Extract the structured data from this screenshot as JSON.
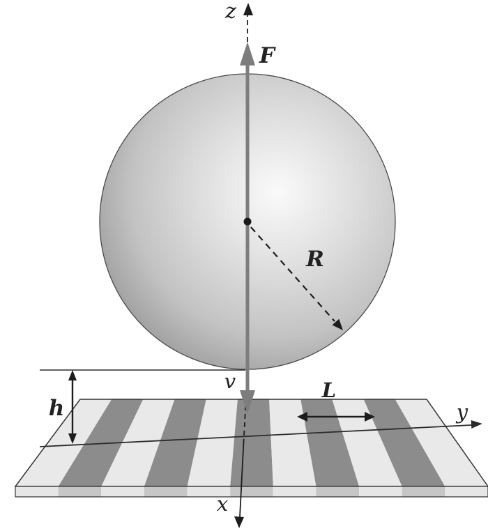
{
  "figure": {
    "title": "sphere-above-striped-surface-physics-diagram",
    "labels": {
      "z_axis": "z",
      "force": "F",
      "radius": "R",
      "velocity": "v",
      "gap_height": "h",
      "stripe_period": "L",
      "y_axis": "y",
      "x_axis": "x"
    },
    "colors": {
      "dark_stripe": "#8c8c8c",
      "light_stripe": "#e9e9e9",
      "front_dark": "#c6c6c6",
      "front_light": "#e6e6e6",
      "arrow_gray": "#7d7d7d",
      "line": "#2b2b2b"
    }
  }
}
